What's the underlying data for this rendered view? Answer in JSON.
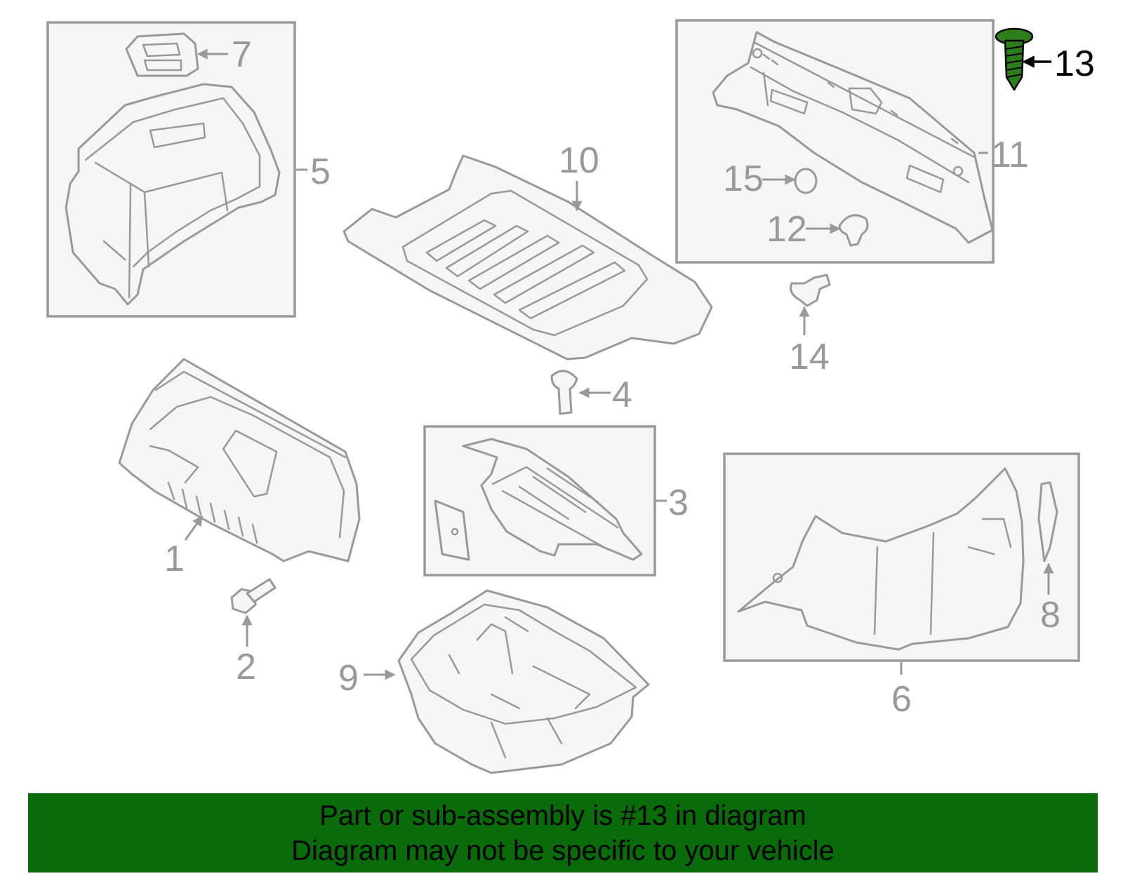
{
  "callouts": {
    "n1": "1",
    "n2": "2",
    "n3": "3",
    "n4": "4",
    "n5": "5",
    "n6": "6",
    "n7": "7",
    "n8": "8",
    "n9": "9",
    "n10": "10",
    "n11": "11",
    "n12": "12",
    "n13": "13",
    "n14": "14",
    "n15": "15"
  },
  "highlight": {
    "part_number": "13",
    "color": "#2e7d1c"
  },
  "banner": {
    "line1": "Part or sub-assembly is #13 in diagram",
    "line2": "Diagram may not be specific to your vehicle",
    "background": "#0a6b0a"
  }
}
